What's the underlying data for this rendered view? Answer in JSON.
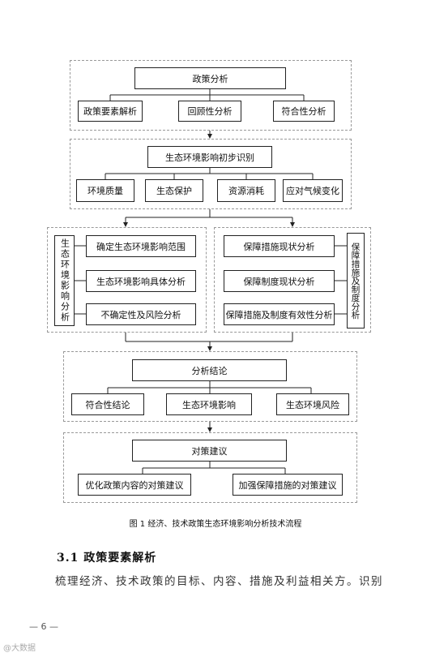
{
  "diagram": {
    "policy_analysis": {
      "title": "政策分析",
      "items": [
        "政策要素解析",
        "回顾性分析",
        "符合性分析"
      ]
    },
    "eco_identification": {
      "title": "生态环境影响初步识别",
      "items": [
        "环境质量",
        "生态保护",
        "资源消耗",
        "应对气候变化"
      ]
    },
    "eco_impact_analysis": {
      "label": "生态环境影响分析",
      "items": [
        "确定生态环境影响范围",
        "生态环境影响具体分析",
        "不确定性及风险分析"
      ]
    },
    "safeguard_analysis": {
      "label": "保障措施及制度分析",
      "items": [
        "保障措施现状分析",
        "保障制度现状分析",
        "保障措施及制度有效性分析"
      ]
    },
    "conclusion": {
      "title": "分析结论",
      "items": [
        "符合性结论",
        "生态环境影响",
        "生态环境风险"
      ]
    },
    "recommendation": {
      "title": "对策建议",
      "items": [
        "优化政策内容的对策建议",
        "加强保障措施的对策建议"
      ]
    }
  },
  "caption": "图 1  经济、技术政策生态环境影响分析技术流程",
  "section_heading": "3.1  政策要素解析",
  "paragraph": "梳理经济、技术政策的目标、内容、措施及利益相关方。识别",
  "page_number": "— 6 —",
  "watermark": "@大数据"
}
